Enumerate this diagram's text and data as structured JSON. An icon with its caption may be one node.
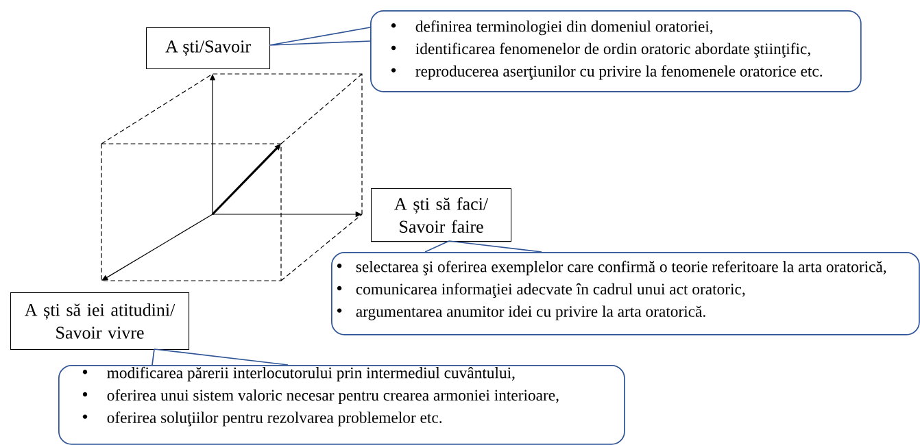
{
  "diagram": {
    "nodes": [
      {
        "text": [
          "A ști/Savoir"
        ]
      },
      {
        "text": [
          "definirea terminologiei din domeniul oratoriei,",
          "identificarea fenomenelor de ordin oratoric abordate ştiinţific,",
          "reproducerea aserţiunilor cu privire la fenomenele oratorice etc."
        ]
      },
      {
        "text": [
          "A ști să faci/ Savoir faire"
        ]
      },
      {
        "text": [
          "selectarea şi oferirea exemplelor care confirmă o teorie referitoare la arta oratorică,",
          "comunicarea informaţiei adecvate în cadrul unui act oratoric,",
          "argumentarea anumitor idei cu privire la arta oratorică."
        ]
      },
      {
        "text": [
          "A ști să iei atitudini/ Savoir vivre"
        ]
      },
      {
        "text": [
          "modificarea părerii interlocutorului prin intermediul cuvântului,",
          "oferirea unui sistem valoric necesar pentru crearea armoniei interioare,",
          "oferirea soluţiilor pentru rezolvarea problemelor etc."
        ]
      }
    ],
    "edges": [
      {
        "from": 0,
        "to": 1,
        "arrow": "none"
      },
      {
        "from": 2,
        "to": 3,
        "arrow": "none"
      },
      {
        "from": 4,
        "to": 5,
        "arrow": "none"
      }
    ]
  }
}
